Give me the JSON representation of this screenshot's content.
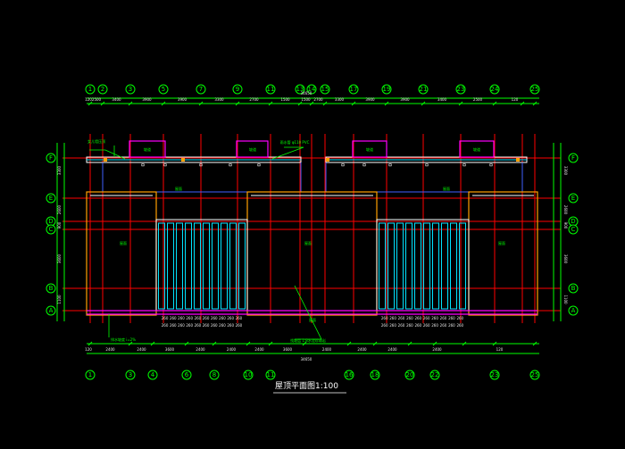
{
  "drawing": {
    "title": "屋顶平面图1:100",
    "colors": {
      "background": "#000000",
      "axis": "#ff0000",
      "grid_bubble": "#00ff00",
      "dimension_text": "#e8e8e8",
      "parapet": "#ffa000",
      "skylight": "#ff00ff",
      "gutter": "#00e5ff"
    }
  },
  "top_axes": [
    "1",
    "2",
    "3",
    "5",
    "7",
    "9",
    "11",
    "13",
    "14",
    "15",
    "17",
    "19",
    "21",
    "23",
    "24",
    "25"
  ],
  "bottom_axes": [
    "1",
    "3",
    "4",
    "6",
    "8",
    "10",
    "11",
    "16",
    "18",
    "20",
    "22",
    "23",
    "25"
  ],
  "left_axes": [
    "F",
    "E",
    "D",
    "C",
    "B",
    "A"
  ],
  "right_axes": [
    "F",
    "E",
    "D",
    "C",
    "B",
    "A"
  ],
  "top_dims": [
    "120",
    "2500",
    "3400",
    "3900",
    "3900",
    "3300",
    "2700",
    "1500",
    "1500",
    "2700",
    "3300",
    "3900",
    "3900",
    "3400",
    "2500",
    "120"
  ],
  "bottom_dims": [
    "120",
    "2400",
    "2400",
    "3600",
    "2400",
    "2400",
    "2400",
    "3600",
    "2400",
    "2400",
    "2400",
    "2400",
    "120"
  ],
  "left_dims": [
    "3300",
    "2600",
    "900",
    "3600",
    "1100"
  ],
  "right_dims": [
    "1100",
    "3600",
    "900",
    "2600",
    "3300"
  ],
  "overall_dims": {
    "top": "34650",
    "bottom": "34650"
  },
  "stair_dims": [
    "260",
    "260",
    "260",
    "260",
    "260",
    "260",
    "260",
    "260",
    "260",
    "260"
  ],
  "room_labels": [
    "屋面",
    "屋面",
    "屋面",
    "屋面",
    "屋面",
    "屋面"
  ],
  "top_marks": [
    "坡道",
    "坡道",
    "坡道",
    "坡道"
  ],
  "notes": {
    "north_left": "女儿墙压顶",
    "north_mid": "雨水管 φ110 PVC",
    "south_left": "排水坡度 i=2%",
    "south_mid": "找坡层 1:8水泥珍珠岩",
    "overall": "34650"
  }
}
